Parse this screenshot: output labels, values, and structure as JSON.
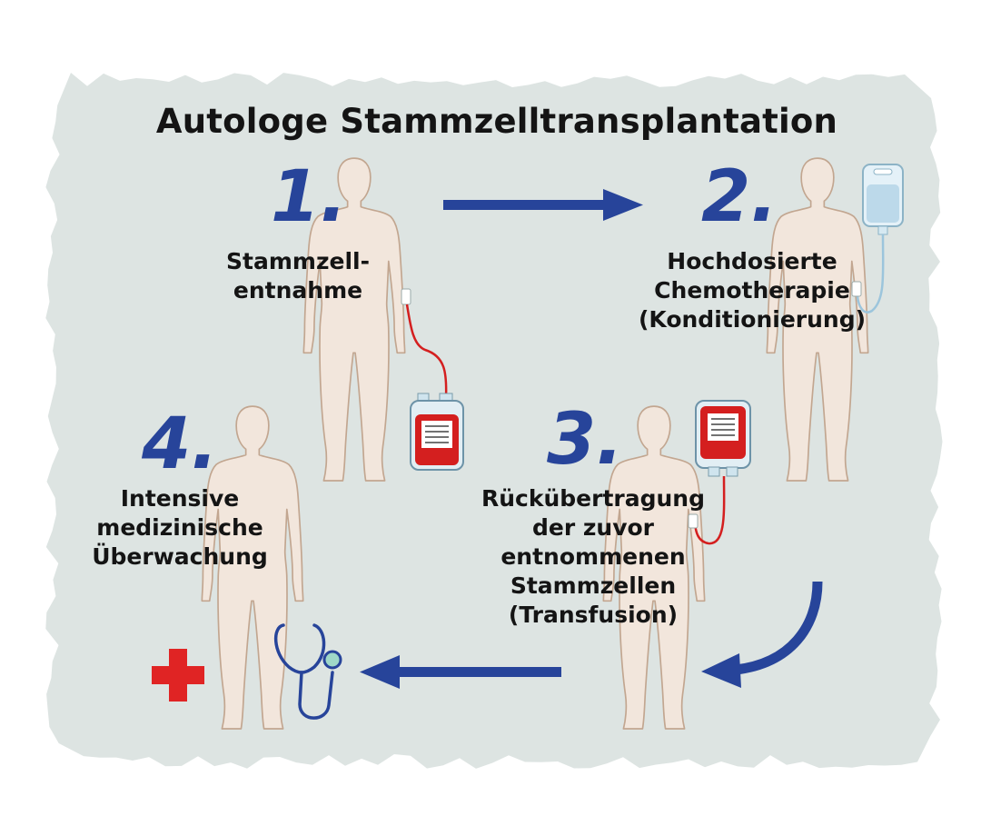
{
  "title": "Autologe Stammzelltransplantation",
  "colors": {
    "background": "#dde4e2",
    "figure": "#f2e6dc",
    "figure_outline": "#c2a690",
    "arrow": "#27449a",
    "blood": "#d41f1f",
    "cross": "#e02424",
    "number": "#27449a"
  },
  "steps": [
    {
      "number": "1.",
      "lines": [
        "Stammzell-",
        "entnahme"
      ]
    },
    {
      "number": "2.",
      "lines": [
        "Hochdosierte",
        "Chemotherapie",
        "(Konditionierung)"
      ]
    },
    {
      "number": "3.",
      "lines": [
        "Rückübertragung",
        "der zuvor",
        "entnommenen",
        "Stammzellen",
        "(Transfusion)"
      ]
    },
    {
      "number": "4.",
      "lines": [
        "Intensive",
        "medizinische",
        "Überwachung"
      ]
    }
  ],
  "icons": {
    "figure": "human-figure-icon",
    "blood_bag": "blood-bag-icon",
    "iv_bag": "infusion-bag-icon",
    "stethoscope": "stethoscope-icon",
    "cross": "medical-cross-icon",
    "arrow": "arrow-icon"
  }
}
